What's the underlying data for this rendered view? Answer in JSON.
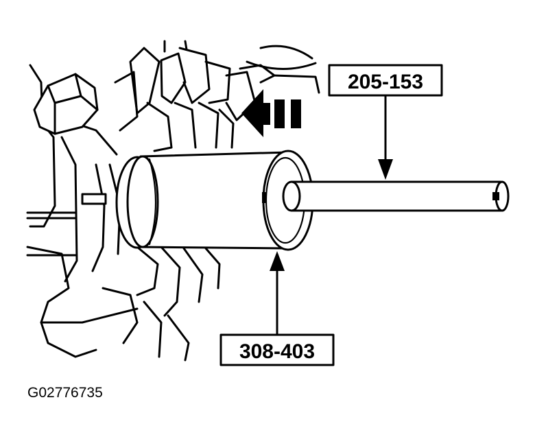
{
  "callouts": [
    {
      "id": "tool-upper",
      "text": "205-153"
    },
    {
      "id": "tool-lower",
      "text": "308-403"
    }
  ],
  "figure_id": "G02776735",
  "colors": {
    "ink": "#000000",
    "paper": "#ffffff"
  }
}
